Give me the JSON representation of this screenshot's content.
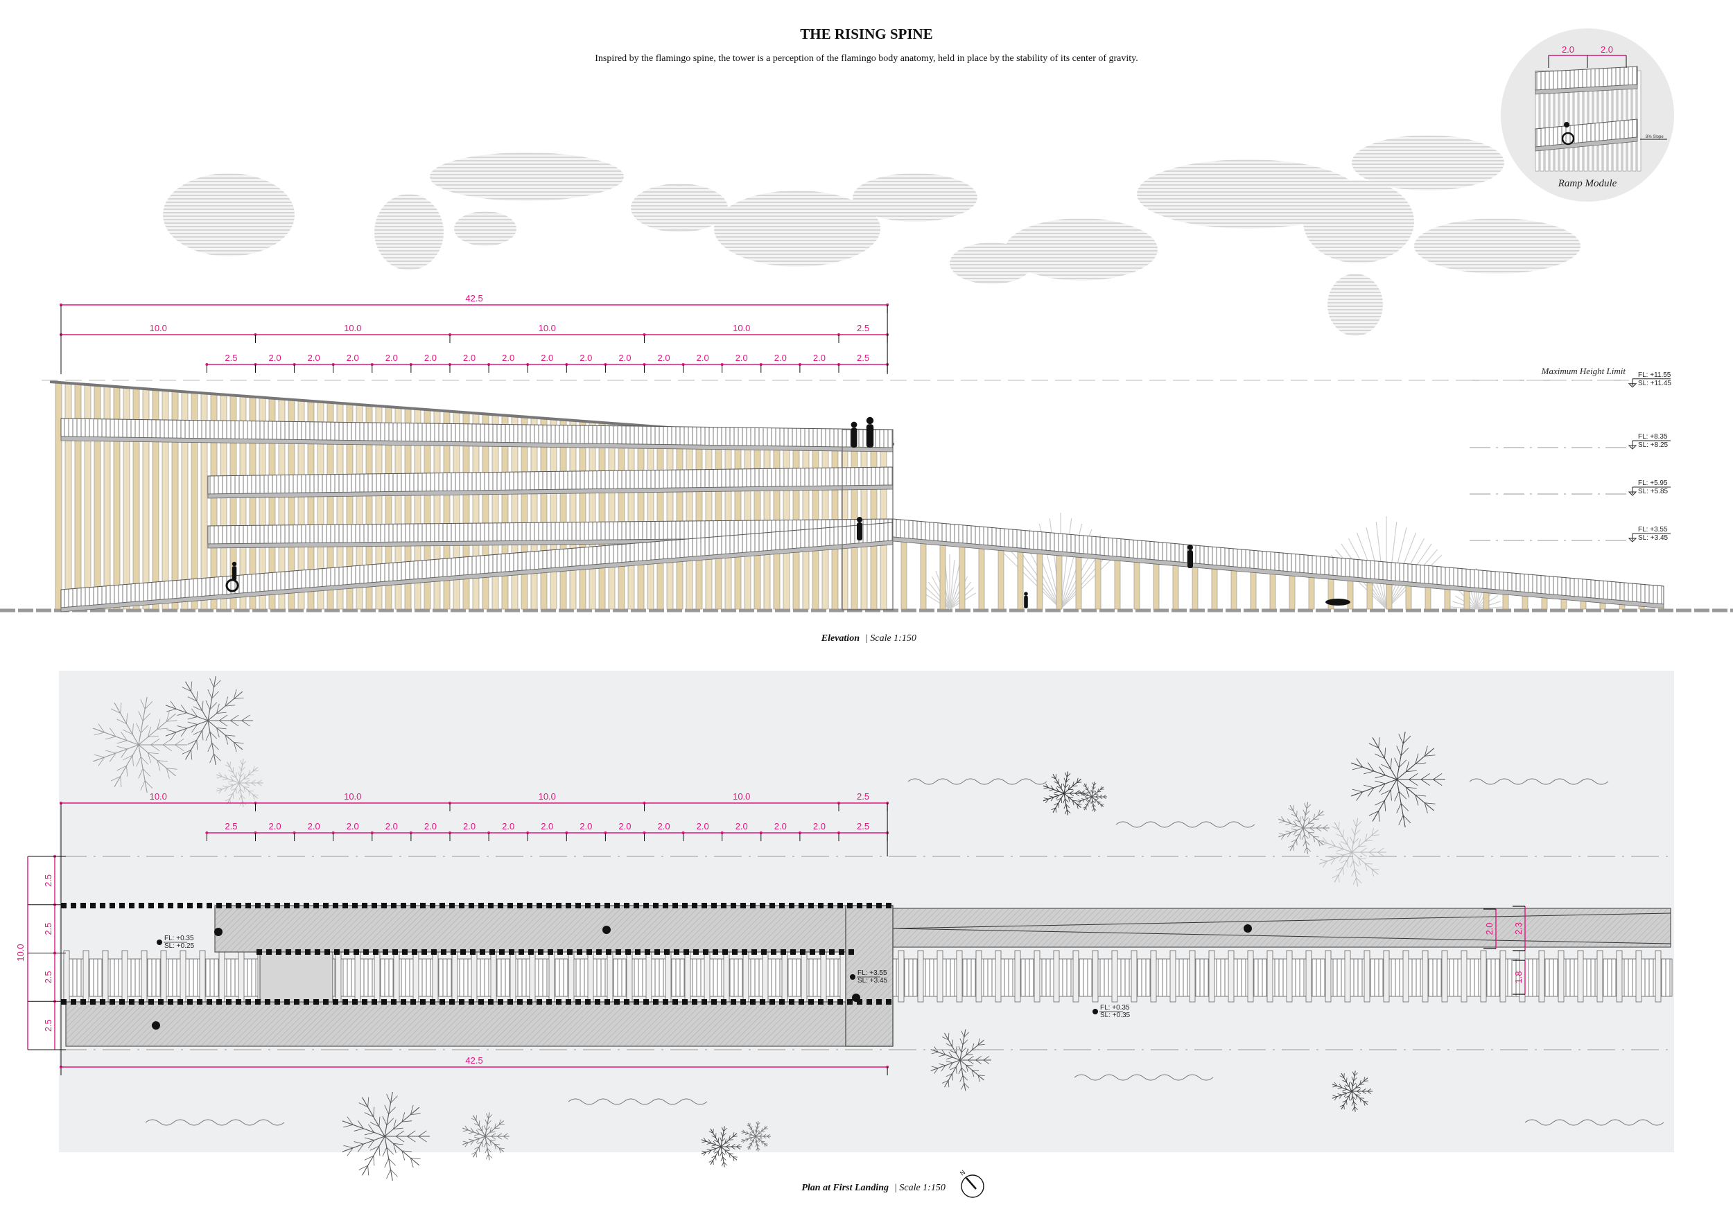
{
  "header": {
    "title": "THE RISING SPINE",
    "subtitle": "Inspired by the flamingo spine, the tower is a perception of the flamingo body anatomy, held in place by the stability of its center of gravity."
  },
  "ramp_module": {
    "label": "Ramp Module",
    "dims": [
      "2.0",
      "2.0"
    ],
    "slope_label": "8% Slope"
  },
  "elevation": {
    "caption_title": "Elevation",
    "caption_scale": "| Scale 1:150",
    "max_height_label": "Maximum Height Limit",
    "levels": [
      {
        "elev": 11.55,
        "fl": "FL:  +11.55",
        "sl": "SL:  +11.45"
      },
      {
        "elev": 8.35,
        "fl": "FL:  +8.35",
        "sl": "SL:  +8.25"
      },
      {
        "elev": 5.95,
        "fl": "FL:  +5.95",
        "sl": "SL:  +5.85"
      },
      {
        "elev": 3.55,
        "fl": "FL:  +3.55",
        "sl": "SL:  +3.45"
      }
    ],
    "dim_rows": [
      {
        "start": 0,
        "segments": [
          "42.5"
        ]
      },
      {
        "start": 0,
        "segments": [
          "10.0",
          "10.0",
          "10.0",
          "10.0",
          "2.5"
        ]
      },
      {
        "start": 7.5,
        "segments": [
          "2.5",
          "2.0",
          "2.0",
          "2.0",
          "2.0",
          "2.0",
          "2.0",
          "2.0",
          "2.0",
          "2.0",
          "2.0",
          "2.0",
          "2.0",
          "2.0",
          "2.0",
          "2.0",
          "2.5"
        ]
      }
    ]
  },
  "plan": {
    "caption_title": "Plan at First Landing",
    "caption_scale": "| Scale 1:150",
    "north_label": "N",
    "dim_rows": [
      {
        "start": 0,
        "segments": [
          "10.0",
          "10.0",
          "10.0",
          "10.0",
          "2.5"
        ]
      },
      {
        "start": 7.5,
        "segments": [
          "2.5",
          "2.0",
          "2.0",
          "2.0",
          "2.0",
          "2.0",
          "2.0",
          "2.0",
          "2.0",
          "2.0",
          "2.0",
          "2.0",
          "2.0",
          "2.0",
          "2.0",
          "2.0",
          "2.5"
        ]
      },
      {
        "start": 0,
        "segments": [
          "42.5"
        ]
      }
    ],
    "left_dims": {
      "total": "10.0",
      "segments": [
        "2.5",
        "2.5",
        "2.5",
        "2.5"
      ]
    },
    "right_dims": [
      {
        "label": "2.0"
      },
      {
        "label": "2.3"
      },
      {
        "label": "1.8"
      }
    ],
    "level_markers": [
      {
        "fl": "FL: +0.35",
        "sl": "SL: +0.25"
      },
      {
        "fl": "FL: +3.55",
        "sl": "SL: +3.45"
      },
      {
        "fl": "FL: +0.35",
        "sl": "SL: +0.35"
      }
    ]
  },
  "colors": {
    "dimension": "#e0157f",
    "timber": "#e4d3a9",
    "steel": "#9a9a9a",
    "plan_bg": "#eeeff0"
  }
}
